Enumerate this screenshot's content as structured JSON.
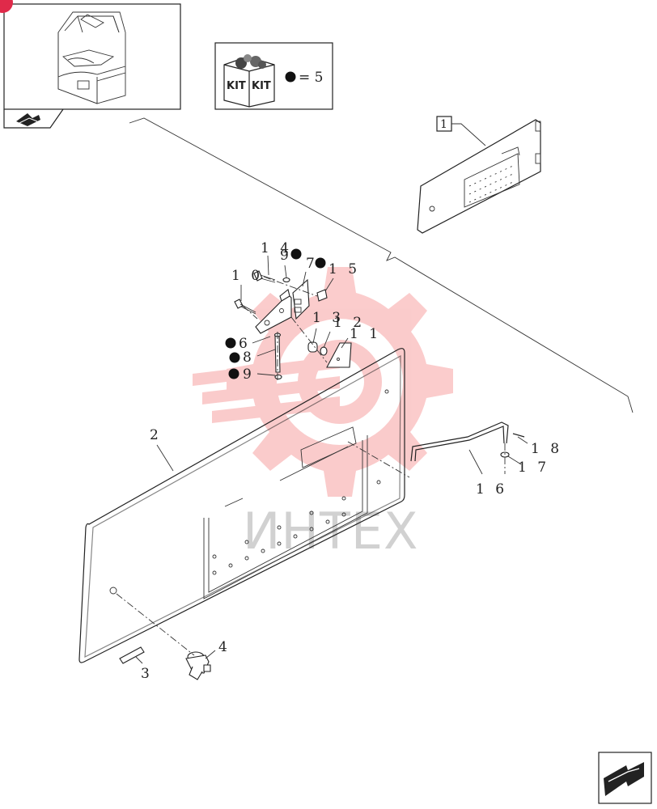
{
  "colors": {
    "ink": "#222222",
    "watermark": "#f04848",
    "watermark_text": "#9a9a9a",
    "badge": "#e02a4a"
  },
  "thumbnail": {
    "icon": "cab-thumbnail-icon",
    "nav_icon": "page-flip-icon"
  },
  "kit_legend": {
    "box_text_1": "KIT",
    "box_text_2": "KIT",
    "equals_text": "= 5"
  },
  "assembly_ref": {
    "number": "1"
  },
  "watermark": {
    "text": "ИНТЕХ",
    "logo_icon": "gear-watermark-icon"
  },
  "callouts": [
    {
      "id": "c14",
      "text": "1 4",
      "kit": false
    },
    {
      "id": "c9a",
      "text": "9",
      "kit": true
    },
    {
      "id": "c7",
      "text": "7",
      "kit": true
    },
    {
      "id": "c15",
      "text": "1 5",
      "kit": true
    },
    {
      "id": "c10",
      "text": "1 0",
      "kit": false
    },
    {
      "id": "c13",
      "text": "1 3",
      "kit": false
    },
    {
      "id": "c12",
      "text": "1 2",
      "kit": false
    },
    {
      "id": "c11",
      "text": "1 1",
      "kit": false
    },
    {
      "id": "c6",
      "text": "6",
      "kit": true
    },
    {
      "id": "c8",
      "text": "8",
      "kit": true
    },
    {
      "id": "c9b",
      "text": "9",
      "kit": true
    },
    {
      "id": "c2",
      "text": "2",
      "kit": false
    },
    {
      "id": "c18",
      "text": "1 8",
      "kit": false
    },
    {
      "id": "c17",
      "text": "1 7",
      "kit": false
    },
    {
      "id": "c16",
      "text": "1 6",
      "kit": false
    },
    {
      "id": "c4",
      "text": "4",
      "kit": false
    },
    {
      "id": "c3",
      "text": "3",
      "kit": false
    }
  ],
  "next_page_icon": "next-page-arrow-icon"
}
